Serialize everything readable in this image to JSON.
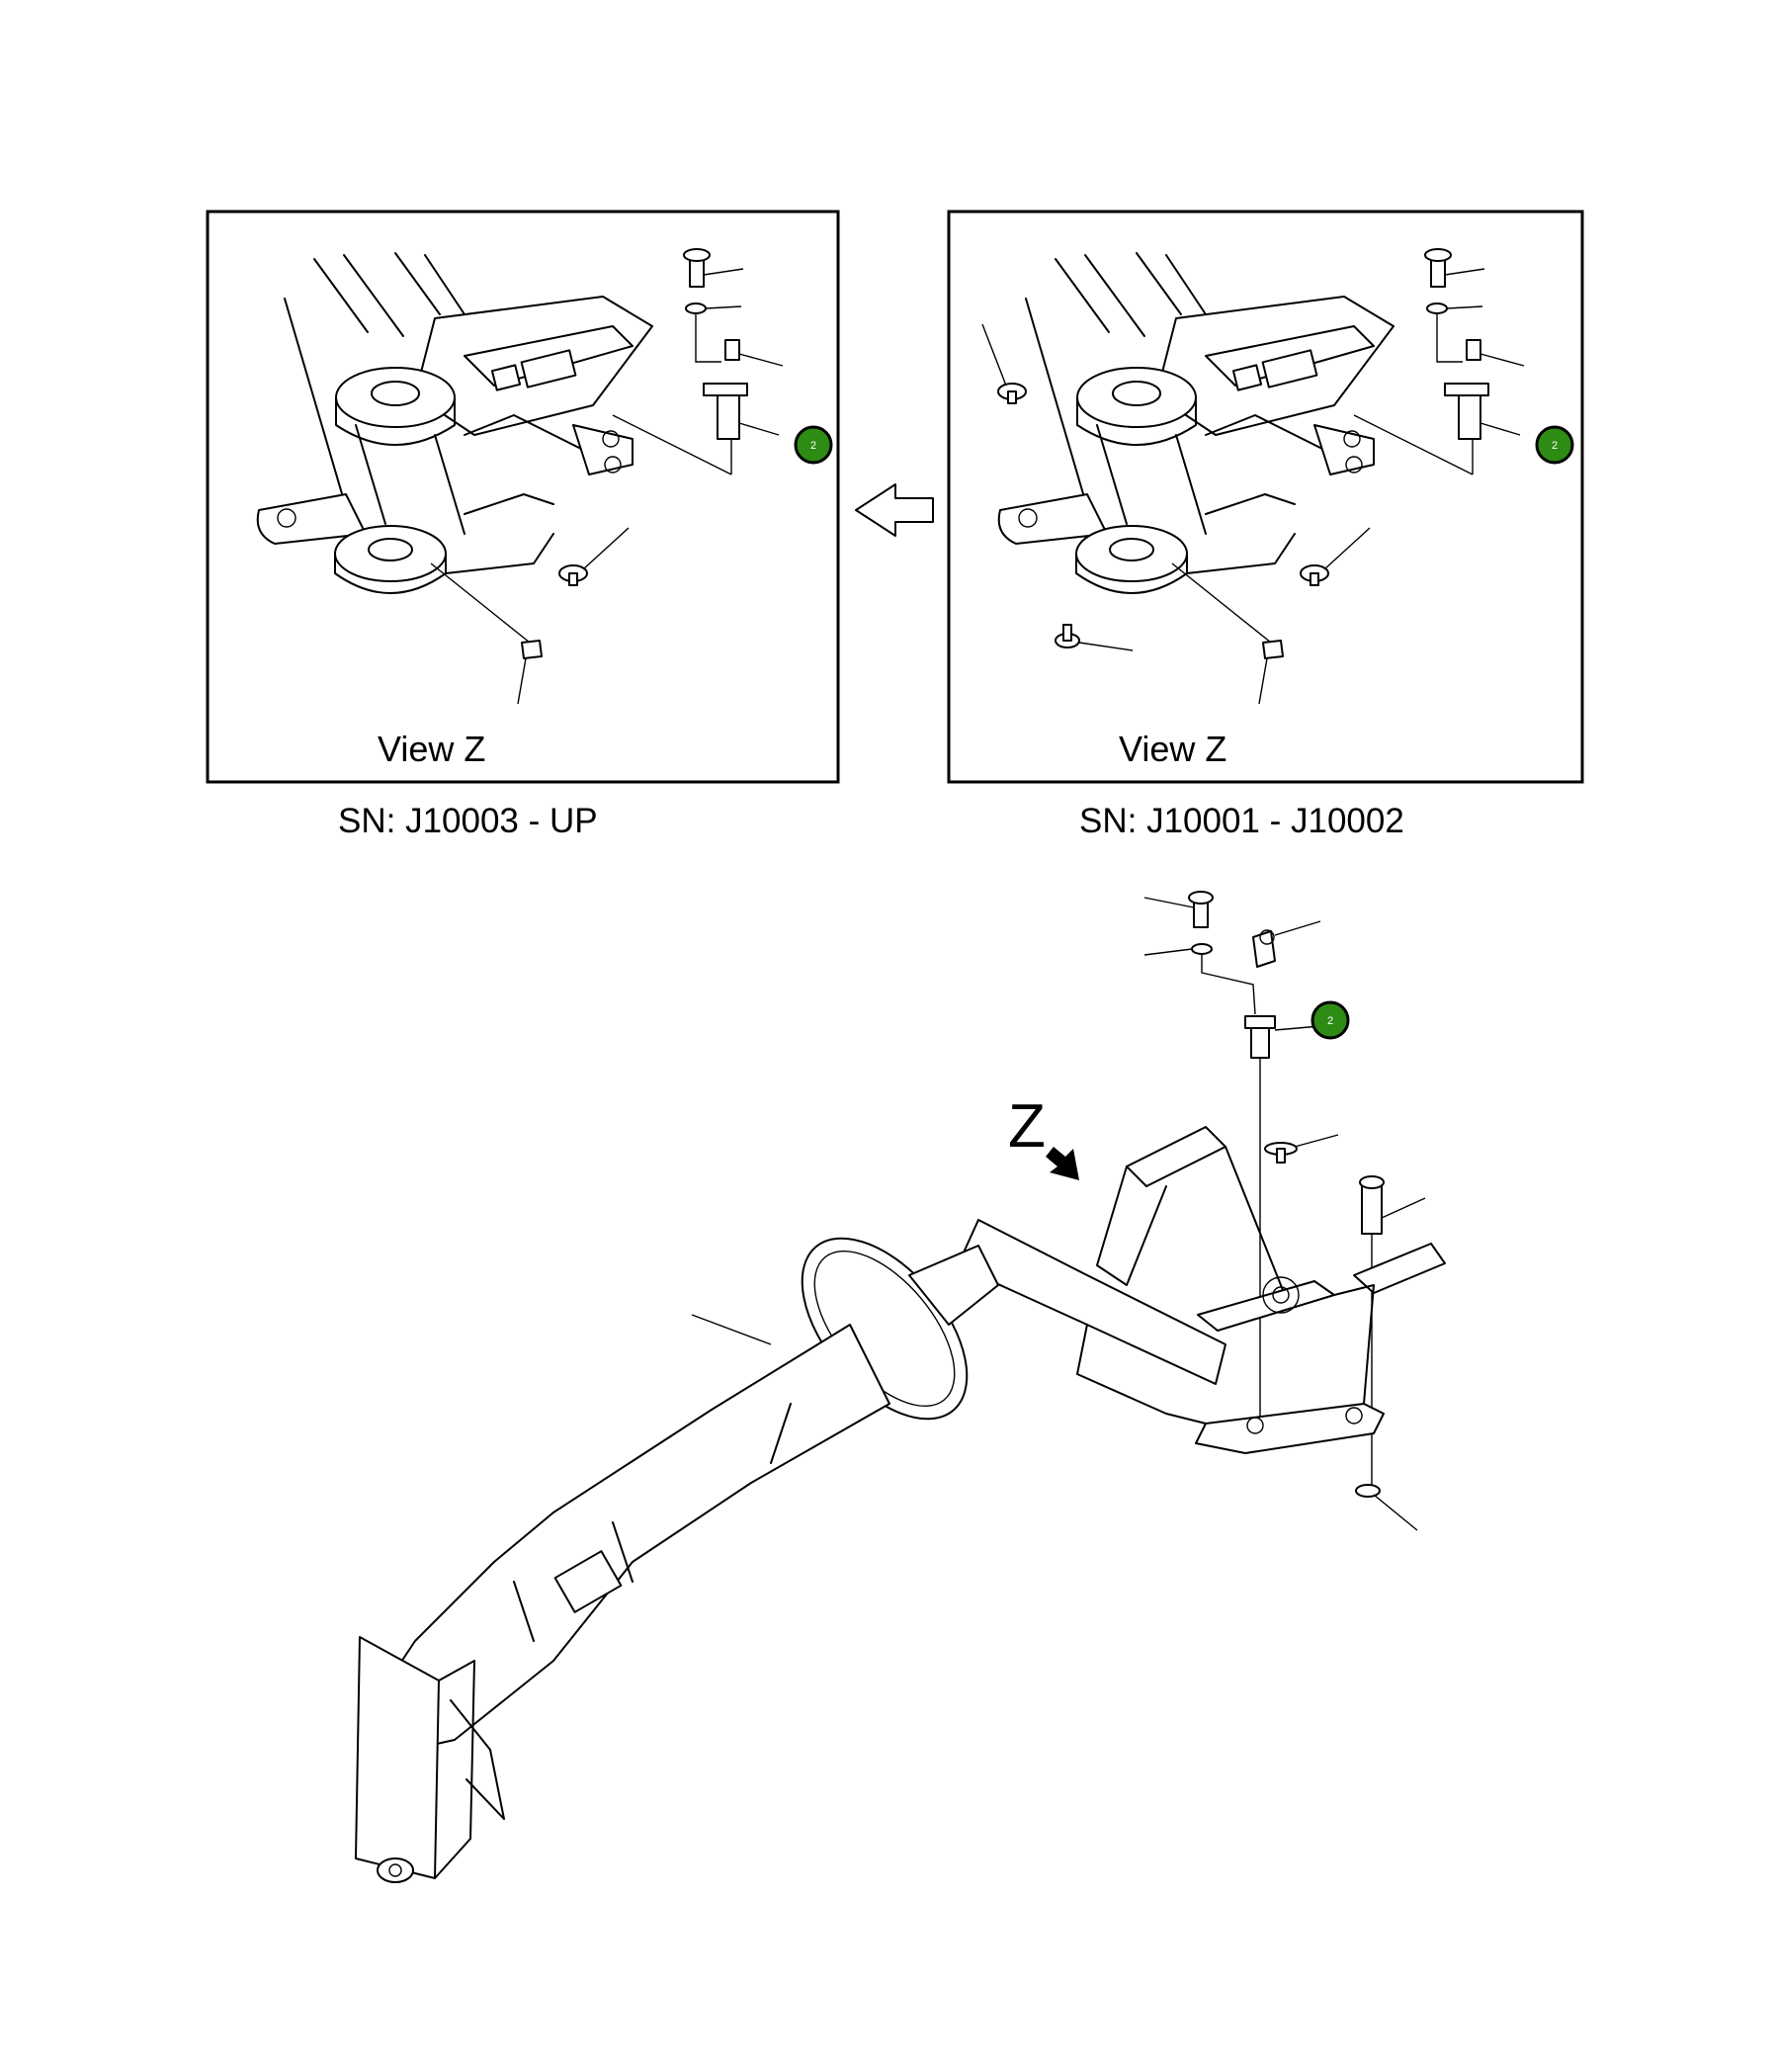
{
  "views": [
    {
      "id": "left",
      "title": "View Z",
      "serial_range": "SN: J10003 - UP",
      "callout": "2"
    },
    {
      "id": "right",
      "title": "View Z",
      "serial_range": "SN: J10001 - J10002",
      "callout": "2"
    }
  ],
  "main": {
    "view_marker": "Z",
    "callout": "2"
  },
  "colors": {
    "callout_fill": "#2e8b14",
    "line": "#000000"
  }
}
